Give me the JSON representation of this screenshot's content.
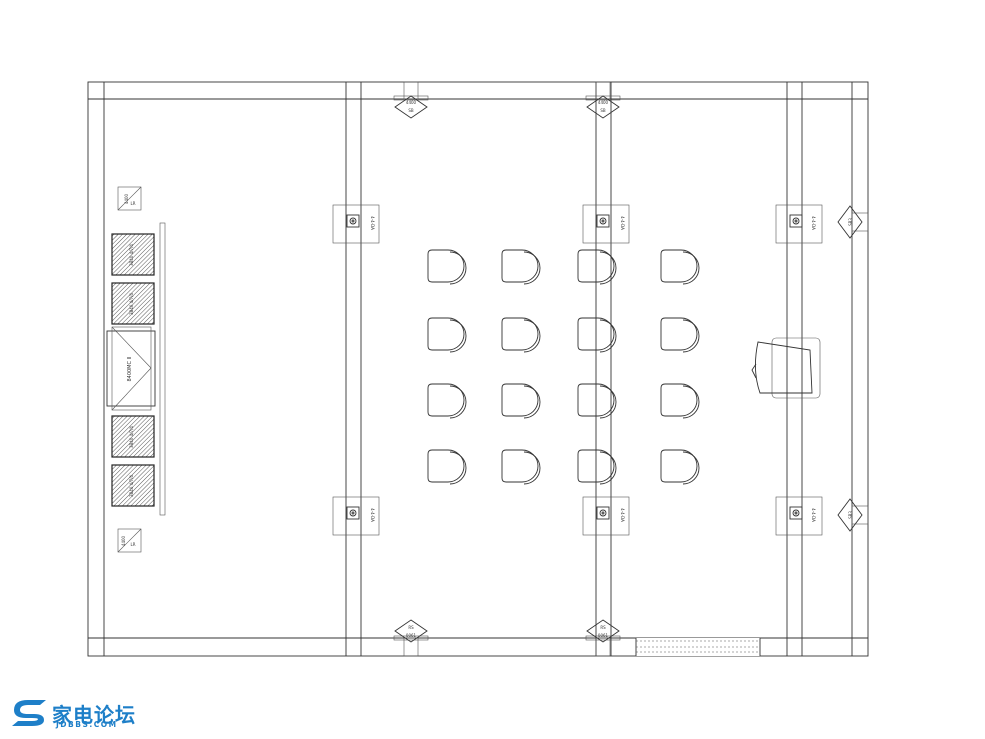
{
  "drawing": {
    "ceiling_speaker_label": "4-4-DA",
    "sub_label_left": "4400",
    "sub_label_right": "4400",
    "sub_label_unit": "SB",
    "bottom_marker_label": "0061",
    "bottom_marker_unit": "RS",
    "center_label": "8400MC II",
    "rack_label": "3B40 4/7/4",
    "side_label": "SB3",
    "surround_label": "4400",
    "surround_sub": "LR"
  },
  "seating": {
    "rows": 4,
    "cols": 4
  },
  "logo": {
    "main": "家电论坛",
    "sub": "JDBBS.COM",
    "color": "#1e7fc8"
  }
}
